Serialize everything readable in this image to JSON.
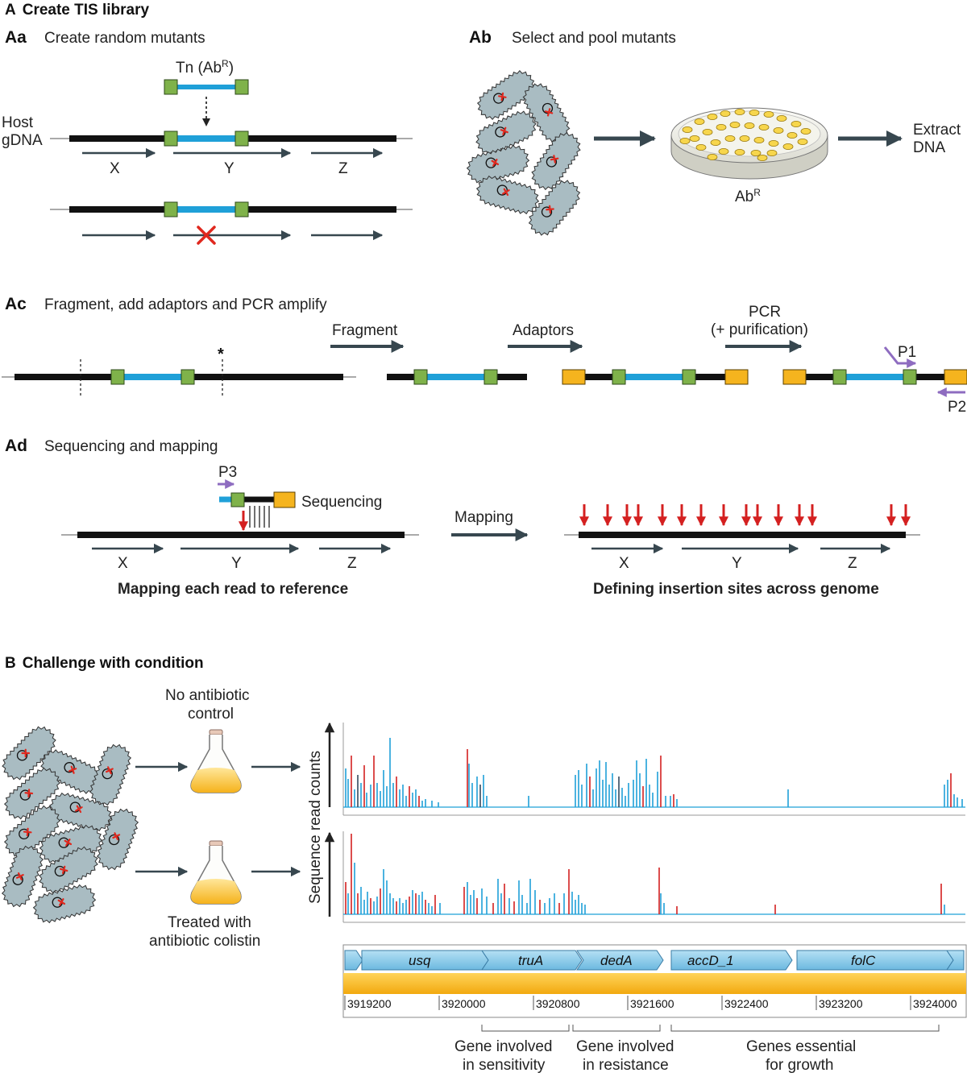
{
  "sections": {
    "A": {
      "letter": "A",
      "title": "Create TIS library"
    },
    "Aa": {
      "letter": "Aa",
      "title": "Create random mutants"
    },
    "Ab": {
      "letter": "Ab",
      "title": "Select and pool mutants"
    },
    "Ac": {
      "letter": "Ac",
      "title": "Fragment, add adaptors and PCR amplify"
    },
    "Ad": {
      "letter": "Ad",
      "title": "Sequencing and mapping"
    },
    "B": {
      "letter": "B",
      "title": "Challenge with condition"
    }
  },
  "aa": {
    "tn_label": "Tn (Ab",
    "tn_sup": "R",
    "tn_close": ")",
    "host_line1": "Host",
    "host_line2": "gDNA",
    "genes": [
      "X",
      "Y",
      "Z"
    ]
  },
  "ab": {
    "extract_line1": "Extract",
    "extract_line2": "DNA",
    "plate_label": "Ab",
    "plate_sup": "R"
  },
  "ac": {
    "fragment": "Fragment",
    "adaptors": "Adaptors",
    "pcr_line1": "PCR",
    "pcr_line2": "(+ purification)",
    "asterisk": "*",
    "p1": "P1",
    "p2": "P2"
  },
  "ad": {
    "p3": "P3",
    "sequencing": "Sequencing",
    "mapping": "Mapping",
    "genes": [
      "X",
      "Y",
      "Z"
    ],
    "caption_left": "Mapping each read to reference",
    "caption_right": "Defining insertion sites across genome"
  },
  "b": {
    "control_line1": "No antibiotic",
    "control_line2": "control",
    "treated_line1": "Treated with",
    "treated_line2": "antibiotic colistin",
    "ylabel": "Sequence read counts",
    "genes": [
      "usq",
      "truA",
      "dedA",
      "accD_1",
      "folC"
    ],
    "ticks": [
      "3919200",
      "3920000",
      "3920800",
      "3921600",
      "3922400",
      "3923200",
      "3924000"
    ],
    "brackets": [
      {
        "line1": "Gene involved",
        "line2": "in sensitivity"
      },
      {
        "line1": "Gene involved",
        "line2": "in resistance"
      },
      {
        "line1": "Genes essential",
        "line2": "for growth"
      }
    ]
  },
  "colors": {
    "dna": "#111111",
    "transposon": "#1fa0d8",
    "tn_end": "#7fb24a",
    "adaptor": "#f5b41e",
    "arrow": "#37474f",
    "cross": "#e0281e",
    "primer": "#8e6cc0",
    "cell": "#a9bcc2",
    "gene_box": "#8ccdea",
    "band": "#f7b81c"
  }
}
